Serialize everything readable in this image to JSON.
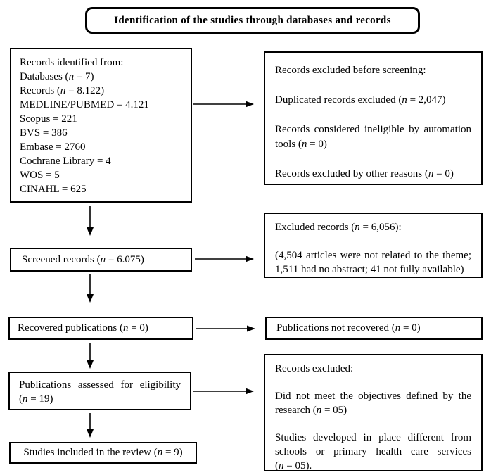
{
  "colors": {
    "border": "#000000",
    "background": "#ffffff",
    "text": "#000000"
  },
  "title": "Identification of the studies through databases and records",
  "boxes": {
    "identified": {
      "lines": [
        "Records identified from:",
        "Databases (n = 7)",
        "Records (n = 8.122)",
        "MEDLINE/PUBMED = 4.121",
        "Scopus = 221",
        "BVS = 386",
        "Embase = 2760",
        "Cochrane Library = 4",
        "WOS = 5",
        "CINAHL = 625"
      ]
    },
    "excluded_before": {
      "paragraphs": [
        [
          "Records excluded before screening:"
        ],
        [
          "Duplicated records excluded (n = 2,047)"
        ],
        [
          "Records considered ineligible by automation",
          "tools (n = 0)"
        ],
        [
          "Records excluded by other reasons (n = 0)"
        ]
      ]
    },
    "screened": {
      "label": "Screened records (n = 6.075)"
    },
    "excluded_records": {
      "paragraphs": [
        [
          "Excluded records (n = 6,056):"
        ],
        [
          "(4,504 articles were not related to the theme;",
          "1,511 had no abstract; 41 not fully available)"
        ]
      ]
    },
    "recovered": {
      "label": "Recovered publications (n = 0)"
    },
    "not_recovered": {
      "label": "Publications not recovered (n = 0)"
    },
    "assessed": {
      "lines": [
        "Publications assessed for eligibility",
        "(n = 19)"
      ]
    },
    "records_excluded": {
      "paragraphs": [
        [
          "Records excluded:"
        ],
        [
          "Did not meet the objectives defined by the",
          "research (n = 05)"
        ],
        [
          "Studies developed in place different from",
          "schools or primary health care services",
          "(n = 05)."
        ]
      ]
    },
    "included": {
      "label": "Studies included in the review (n = 9)"
    }
  }
}
